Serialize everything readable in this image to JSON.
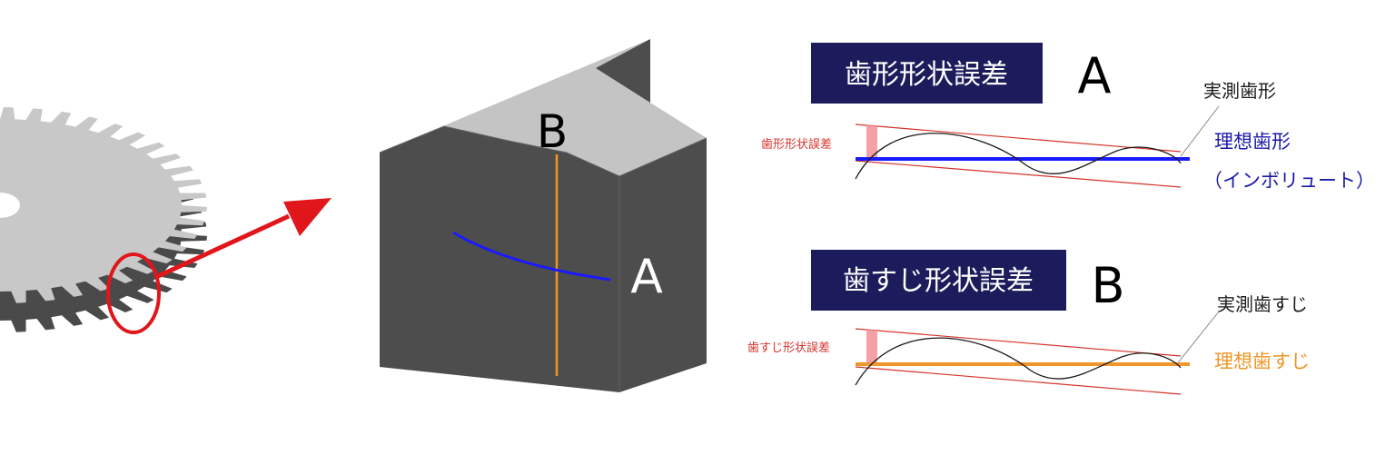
{
  "colors": {
    "gear_top": "#c8c8c8",
    "gear_side": "#4a4a4a",
    "tooth_top": "#c4c4c4",
    "tooth_face": "#4d4d4d",
    "highlight": "#e0161b",
    "profile_line": "#1a1aff",
    "lead_line": "#f0962a",
    "title_box": "#1c1c5c",
    "tolerance": "#d6332c",
    "error_mark": "#f4a0a4",
    "ideal_profile_text": "#1a1aa8",
    "ideal_lead_text": "#ee9526"
  },
  "tooth": {
    "label_a": "A",
    "label_b": "B"
  },
  "profile_section": {
    "title": "歯形形状誤差",
    "letter": "A",
    "error_label": "歯形形状誤差",
    "measured_label": "実測歯形",
    "ideal_label": "理想歯形",
    "ideal_sub_label": "（インボリュート）"
  },
  "lead_section": {
    "title": "歯すじ形状誤差",
    "letter": "B",
    "error_label": "歯すじ形状誤差",
    "measured_label": "実測歯すじ",
    "ideal_label": "理想歯すじ"
  }
}
